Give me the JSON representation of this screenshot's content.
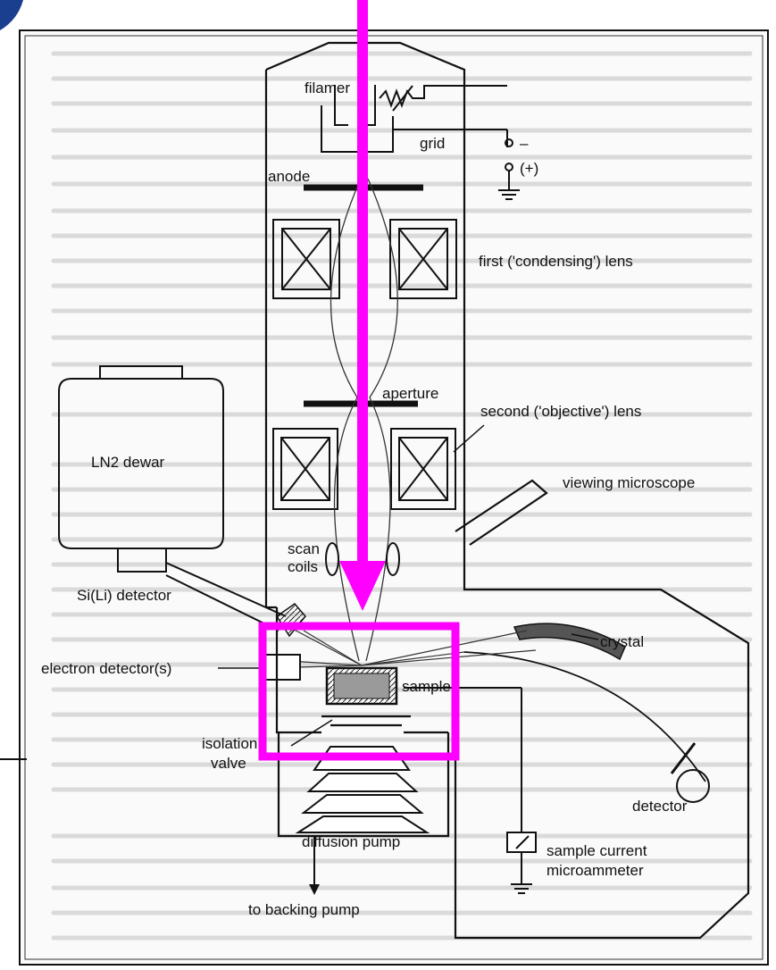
{
  "figure": {
    "labels": {
      "filament": "filamer",
      "grid": "grid",
      "minus": "–",
      "plus": "(+)",
      "anode": "anode",
      "first_lens": "first ('condensing') lens",
      "aperture": "aperture",
      "second_lens": "second ('objective') lens",
      "ln2_dewar": "LN2 dewar",
      "viewing_microscope": "viewing microscope",
      "scan_coils": [
        "scan",
        "coils"
      ],
      "sili_detector": "Si(Li) detector",
      "crystal": "crystal",
      "electron_detectors": "electron detector(s)",
      "sample": "sample",
      "isolation_valve": [
        "isolation",
        "valve"
      ],
      "detector": "detector",
      "diffusion_pump": "diffusion pump",
      "sample_current": [
        "sample current",
        "microammeter"
      ],
      "backing_pump": "to backing pump"
    },
    "colors": {
      "annotation": "#ff00ff",
      "line": "#111111",
      "background_text": "#b8b8b8",
      "corner_badge": "#1a3f8f"
    }
  }
}
